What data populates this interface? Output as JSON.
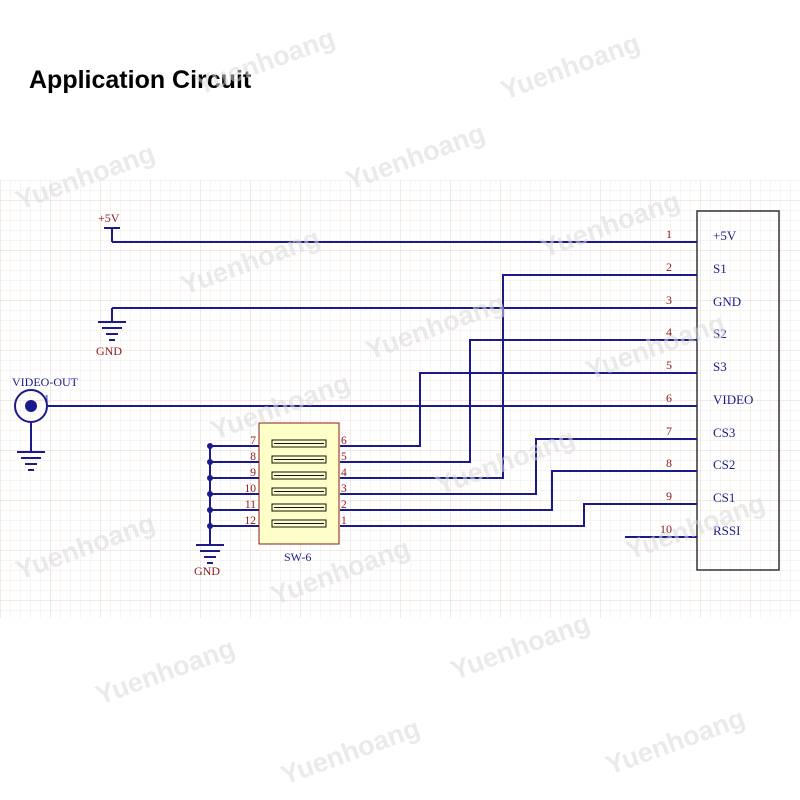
{
  "title": "Application Circuit",
  "watermark": "Yuenhoang",
  "labels": {
    "vcc": "+5V",
    "gnd_left": "GND",
    "video_out": "VIDEO-OUT",
    "video_pin": "1",
    "gnd_switch": "GND",
    "switch_name": "SW-6"
  },
  "connector_pins": [
    {
      "num": "1",
      "name": "+5V"
    },
    {
      "num": "2",
      "name": "S1"
    },
    {
      "num": "3",
      "name": "GND"
    },
    {
      "num": "4",
      "name": "S2"
    },
    {
      "num": "5",
      "name": "S3"
    },
    {
      "num": "6",
      "name": "VIDEO"
    },
    {
      "num": "7",
      "name": "CS3"
    },
    {
      "num": "8",
      "name": "CS2"
    },
    {
      "num": "9",
      "name": "CS1"
    },
    {
      "num": "10",
      "name": "RSSI"
    }
  ],
  "switch_left_pins": [
    "7",
    "8",
    "9",
    "10",
    "11",
    "12"
  ],
  "switch_right_pins": [
    "6",
    "5",
    "4",
    "3",
    "2",
    "1"
  ],
  "colors": {
    "wire": "#1a1a8c",
    "pin_label": "#8b1a1a",
    "component_fill": "#ffffc8",
    "component_stroke": "#8b1a1a",
    "grid": "#ecdcd6"
  }
}
